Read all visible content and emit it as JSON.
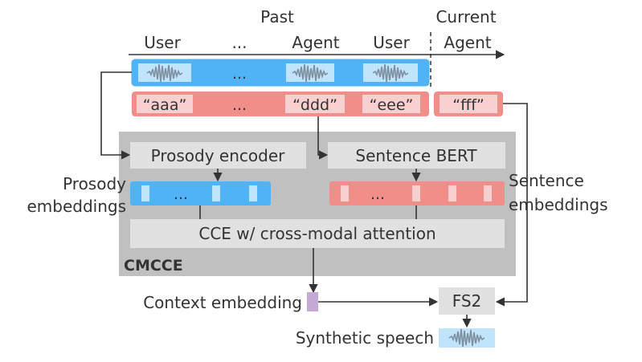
{
  "timeline": {
    "past_label": "Past",
    "current_label": "Current",
    "roles": [
      "User",
      "...",
      "Agent",
      "User"
    ],
    "current_role": "Agent"
  },
  "audio_row": {
    "ellipsis": "..."
  },
  "text_row": {
    "utterances": [
      "“aaa”",
      "...",
      "“ddd”",
      "“eee”"
    ],
    "current_utterance": "“fff”"
  },
  "cmcce": {
    "label": "CMCCE",
    "prosody_encoder": "Prosody encoder",
    "sentence_bert": "Sentence BERT",
    "prosody_emb_ellipsis": "...",
    "sentence_emb_ellipsis": "...",
    "cce": "CCE w/ cross-modal attention"
  },
  "side_labels": {
    "prosody_embeddings": [
      "Prosody",
      "embeddings"
    ],
    "sentence_embeddings": [
      "Sentence",
      "embeddings"
    ]
  },
  "bottom": {
    "context_embedding": "Context embedding",
    "fs2": "FS2",
    "synthetic_speech": "Synthetic speech"
  },
  "colors": {
    "audio_fill": "#bfe4fb",
    "audio_stroke": "#4fb3f5",
    "text_fill": "#f4b8b6",
    "text_stroke": "#f08e8a",
    "panel": "#c0c0c0",
    "box": "#e1e1e1",
    "context_emb": "#c6a8d4",
    "arrow": "#333333"
  }
}
